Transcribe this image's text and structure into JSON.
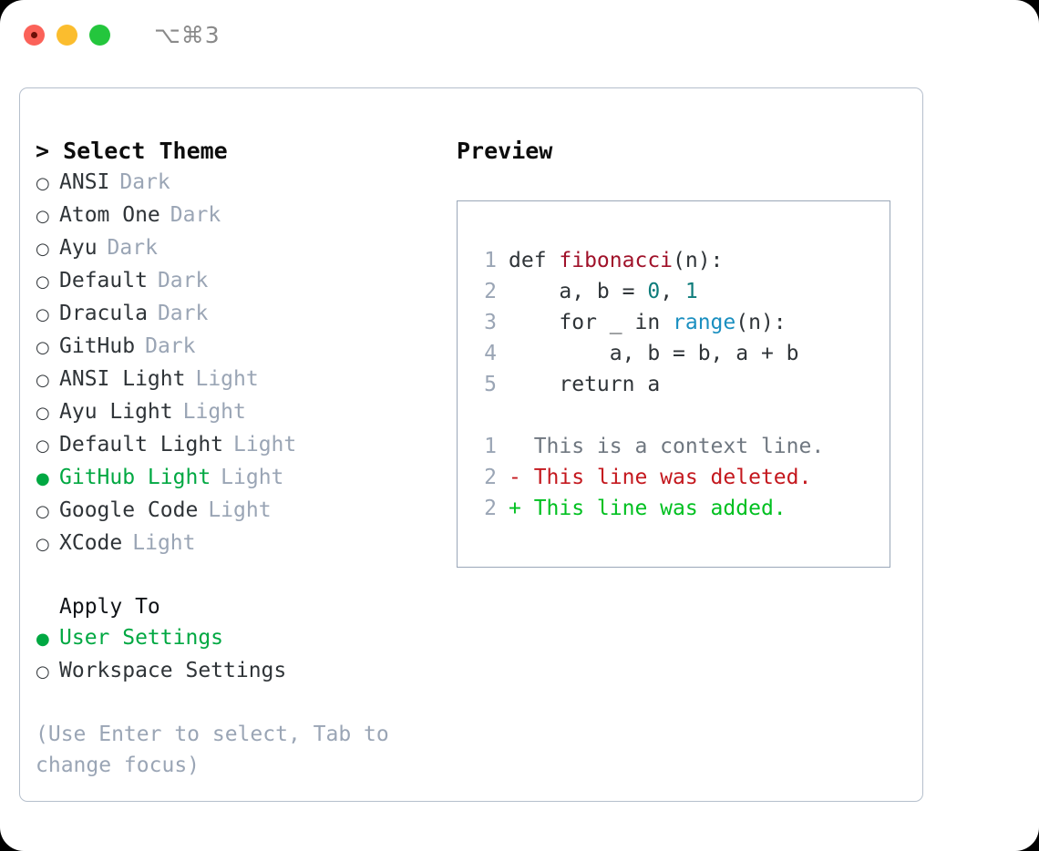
{
  "titlebar": {
    "shortcut": "⌥⌘3",
    "dots": [
      {
        "name": "close",
        "color": "#fb6259"
      },
      {
        "name": "minimize",
        "color": "#fbbd2e"
      },
      {
        "name": "maximize",
        "color": "#24c63d"
      }
    ]
  },
  "theme_picker": {
    "heading": "> Select Theme",
    "bullet_unselected": "○",
    "bullet_selected": "●",
    "items": [
      {
        "name": "ANSI",
        "tag": "Dark",
        "selected": false
      },
      {
        "name": "Atom One",
        "tag": "Dark",
        "selected": false
      },
      {
        "name": "Ayu",
        "tag": "Dark",
        "selected": false
      },
      {
        "name": "Default",
        "tag": "Dark",
        "selected": false
      },
      {
        "name": "Dracula",
        "tag": "Dark",
        "selected": false
      },
      {
        "name": "GitHub",
        "tag": "Dark",
        "selected": false
      },
      {
        "name": "ANSI Light",
        "tag": "Light",
        "selected": false
      },
      {
        "name": "Ayu Light",
        "tag": "Light",
        "selected": false
      },
      {
        "name": "Default Light",
        "tag": "Light",
        "selected": false
      },
      {
        "name": "GitHub Light",
        "tag": "Light",
        "selected": true
      },
      {
        "name": "Google Code",
        "tag": "Light",
        "selected": false
      },
      {
        "name": "XCode",
        "tag": "Light",
        "selected": false
      }
    ]
  },
  "apply_to": {
    "heading": "Apply To",
    "items": [
      {
        "name": "User Settings",
        "selected": true
      },
      {
        "name": "Workspace Settings",
        "selected": false
      }
    ]
  },
  "hint": "(Use Enter to select, Tab to change focus)",
  "preview": {
    "title": "Preview",
    "code_lines": [
      {
        "no": "1",
        "segments": [
          {
            "t": "def ",
            "cls": "plain"
          },
          {
            "t": "fibonacci",
            "cls": "fn"
          },
          {
            "t": "(n):",
            "cls": "plain"
          }
        ]
      },
      {
        "no": "2",
        "segments": [
          {
            "t": "    a, b = ",
            "cls": "plain"
          },
          {
            "t": "0",
            "cls": "num"
          },
          {
            "t": ", ",
            "cls": "plain"
          },
          {
            "t": "1",
            "cls": "num"
          }
        ]
      },
      {
        "no": "3",
        "segments": [
          {
            "t": "    for _ in ",
            "cls": "plain"
          },
          {
            "t": "range",
            "cls": "builtin"
          },
          {
            "t": "(n):",
            "cls": "plain"
          }
        ]
      },
      {
        "no": "4",
        "segments": [
          {
            "t": "        a, b = b, a + b",
            "cls": "plain"
          }
        ]
      },
      {
        "no": "5",
        "segments": [
          {
            "t": "    return a",
            "cls": "plain"
          }
        ]
      }
    ],
    "diff_lines": [
      {
        "no": "1",
        "marker": " ",
        "text": "  This is a context line.",
        "kind": "ctx"
      },
      {
        "no": "2",
        "marker": "-",
        "text": "- This line was deleted.",
        "kind": "del"
      },
      {
        "no": "2",
        "marker": "+",
        "text": "+ This line was added.",
        "kind": "add"
      }
    ]
  },
  "colors": {
    "green": "#00a842",
    "diff_add": "#00c020",
    "diff_del": "#c4181e",
    "muted": "#9aa5b5",
    "fn": "#a0122a",
    "num": "#0e7c7b",
    "builtin": "#1a8fc0",
    "border": "#b5bfcc"
  }
}
